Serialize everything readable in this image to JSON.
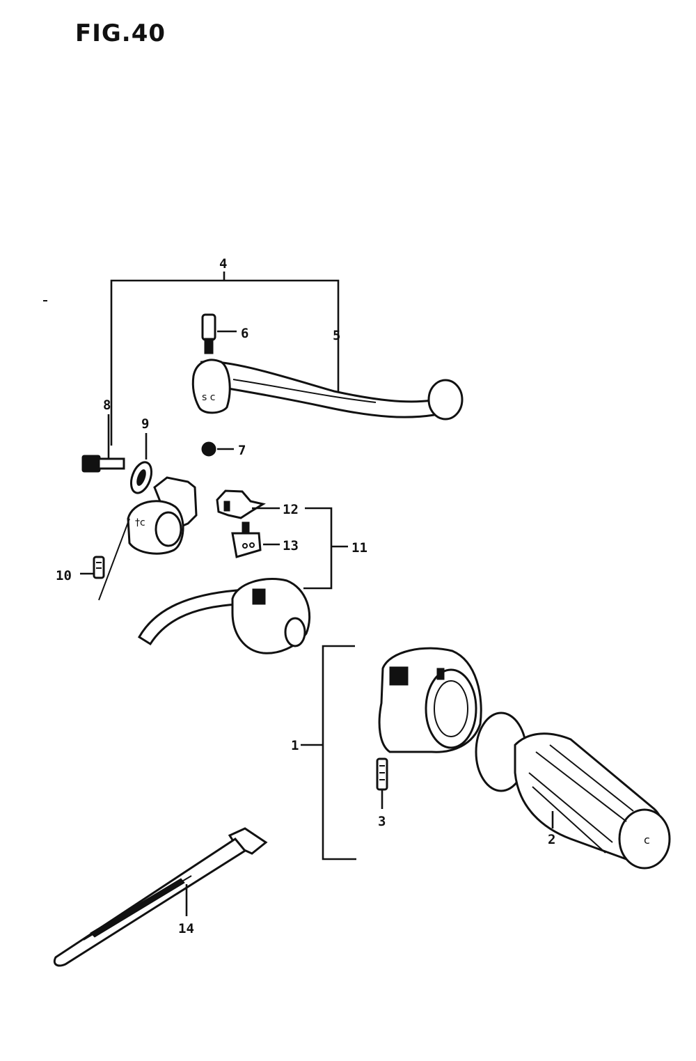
{
  "figure": {
    "title": "FIG.40"
  },
  "callouts": {
    "c1": "1",
    "c2": "2",
    "c3": "3",
    "c4": "4",
    "c5": "5",
    "c6": "6",
    "c7": "7",
    "c8": "8",
    "c9": "9",
    "c10": "10",
    "c11": "11",
    "c12": "12",
    "c13": "13",
    "c14": "14"
  }
}
